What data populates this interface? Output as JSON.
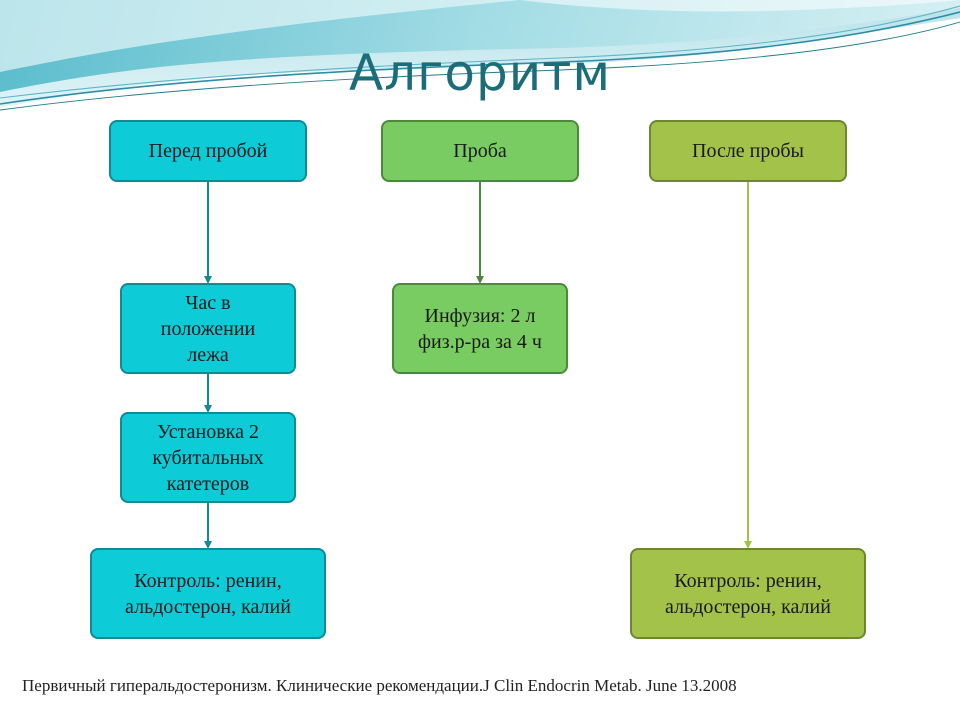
{
  "title": "Алгоритм",
  "columns": [
    {
      "header": "Перед пробой",
      "steps": [
        "Час в положении лежа",
        "Установка 2 кубитальных катетеров",
        "Контроль: ренин, альдостерон, калий"
      ]
    },
    {
      "header": "Проба",
      "steps": [
        "Инфузия: 2 л физ.р-ра за 4 ч"
      ]
    },
    {
      "header": "После пробы",
      "steps": [
        "Контроль: ренин, альдостерон, калий"
      ]
    }
  ],
  "footer": "Первичный гиперальдостеронизм. Клинические рекомендации.J Clin Endocrin Metab. June 13.2008",
  "colors": {
    "title": "#1c6d7a",
    "cyan_box": "#0ecbd8",
    "green_box": "#79cc62",
    "olive_box": "#a3c24a"
  }
}
